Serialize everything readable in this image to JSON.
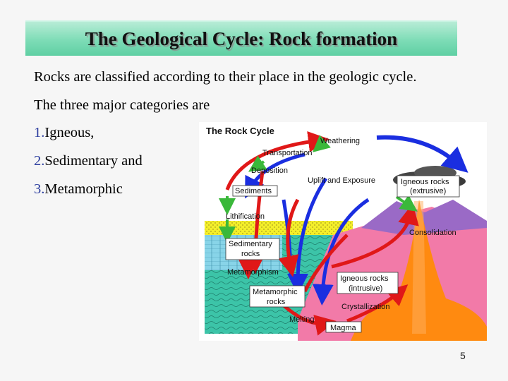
{
  "slide": {
    "title": "The Geological Cycle: Rock formation",
    "intro_line": "Rocks are classified according to their place in the geologic cycle.",
    "categories_line": "The three major categories are",
    "list": [
      {
        "num": "1.",
        "text": "Igneous,"
      },
      {
        "num": "2.",
        "text": "Sedimentary and"
      },
      {
        "num": "3.",
        "text": "Metamorphic"
      }
    ],
    "page_number": "5"
  },
  "diagram": {
    "title": "The Rock Cycle",
    "labels": {
      "weathering": "Weathering",
      "transportation": "Transportation",
      "deposition": "Deposition",
      "uplift": "Uplift and Exposure",
      "igneous_ext_1": "Igneous rocks",
      "igneous_ext_2": "(extrusive)",
      "sediments": "Sediments",
      "lithification": "Lithification",
      "consolidation": "Consolidation",
      "sedimentary_1": "Sedimentary",
      "sedimentary_2": "rocks",
      "metamorphism": "Metamorphism",
      "igneous_int_1": "Igneous rocks",
      "igneous_int_2": "(intrusive)",
      "metamorphic_1": "Metamorphic",
      "metamorphic_2": "rocks",
      "crystallization": "Crystallization",
      "melting": "Melting",
      "magma": "Magma"
    },
    "colors": {
      "surface_arrows": "#1a2ee0",
      "internal_arrows": "#e01818",
      "green_arrows": "#3ab83a",
      "sediment_layer": "#f4ef2a",
      "sedimentary_block": "#88d4e8",
      "metamorphic_zone": "#3cc4a8",
      "igneous_zone": "#f27aa8",
      "magma": "#ff8a10",
      "mountains": "#9a6ac6"
    }
  }
}
